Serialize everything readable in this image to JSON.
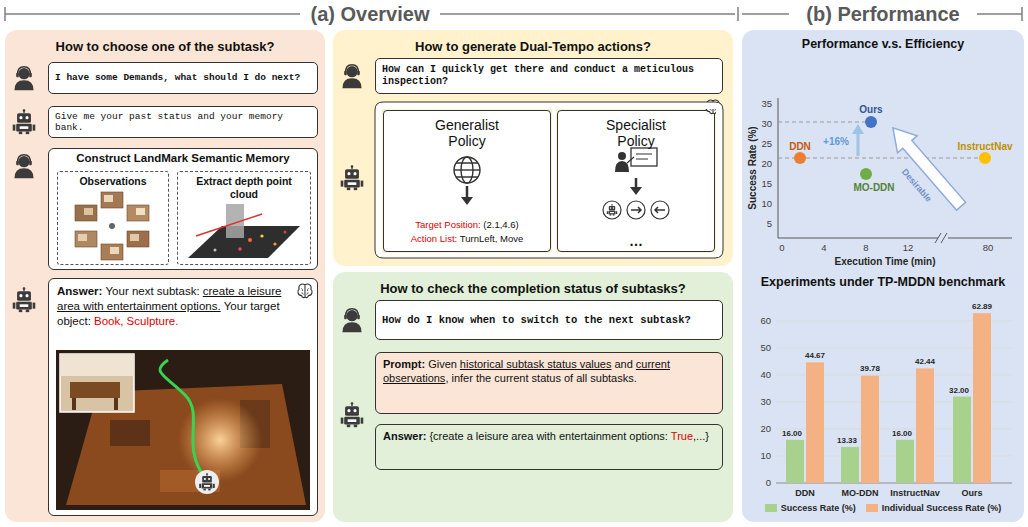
{
  "diagram": {
    "nodes": [
      {
        "text": [
          "How to choose one of the subtask?"
        ]
      },
      {
        "text": [
          "I have some Demands, what should I do next?"
        ],
        "in": 0
      },
      {
        "text": [
          "Give me your past status and your memory bank."
        ],
        "in": 0
      },
      {
        "text": [
          "Construct LandMark Semantic Memory"
        ],
        "in": 0
      },
      {
        "text": [
          "Observations"
        ],
        "in": 3
      },
      {
        "text": [
          "Extract depth point cloud"
        ],
        "in": 3
      },
      {
        "text": [
          "Answer:",
          "Your next subtask:",
          "create a leisure area with entertainment options.",
          "Your target object:",
          "Book, Sculpture."
        ],
        "in": 0
      },
      {
        "text": [
          "How to generate Dual-Tempo actions?"
        ]
      },
      {
        "text": [
          "How can I quickly get there and conduct a meticulous inspection?"
        ],
        "in": 7
      },
      {
        "text": [
          "Generalist Policy",
          "Target Position:",
          "(2.1,4.6)",
          "Action List:",
          "TurnLeft, Move"
        ],
        "in": 7
      },
      {
        "text": [
          "Specialist Policy",
          "…"
        ],
        "in": 7
      },
      {
        "text": [
          "How to check the completion status of subtasks?"
        ]
      },
      {
        "text": [
          "How do I know when to switch to the next subtask?"
        ],
        "in": 11
      },
      {
        "text": [
          "Prompt:",
          "Given",
          "historical subtask status values",
          "and",
          "current observations",
          ", infer the current status of all subtasks."
        ],
        "in": 11
      },
      {
        "text": [
          "Answer:",
          "{create a leisure area with entertainment options:",
          "True",
          ",...}"
        ],
        "in": 11
      },
      {
        "text": [
          "Performance v.s. Efficiency",
          "Experiments under TP-MDDN benchmark"
        ]
      }
    ],
    "labels": [
      "(a) Overview",
      "(b) Performance",
      "35",
      "30",
      "25",
      "20",
      "15",
      "10",
      "5",
      "0",
      "4",
      "8",
      "12",
      "80",
      "Execution Time (min)",
      "Success Rate (%)",
      "Ours",
      "DDN",
      "MO-DDN",
      "InstructNav",
      "+16%",
      "Desirable",
      "60",
      "50",
      "40",
      "30",
      "20",
      "10",
      "0",
      "16.00",
      "44.67",
      "13.33",
      "39.78",
      "16.00",
      "42.44",
      "32.00",
      "62.89",
      "DDN",
      "MO-DDN",
      "InstructNav",
      "Ours"
    ],
    "legend": [
      {
        "text": "Success Rate (%)",
        "color": "#a9d18e"
      },
      {
        "text": "Individual Success Rate (%)",
        "color": "#f4b183"
      }
    ]
  }
}
